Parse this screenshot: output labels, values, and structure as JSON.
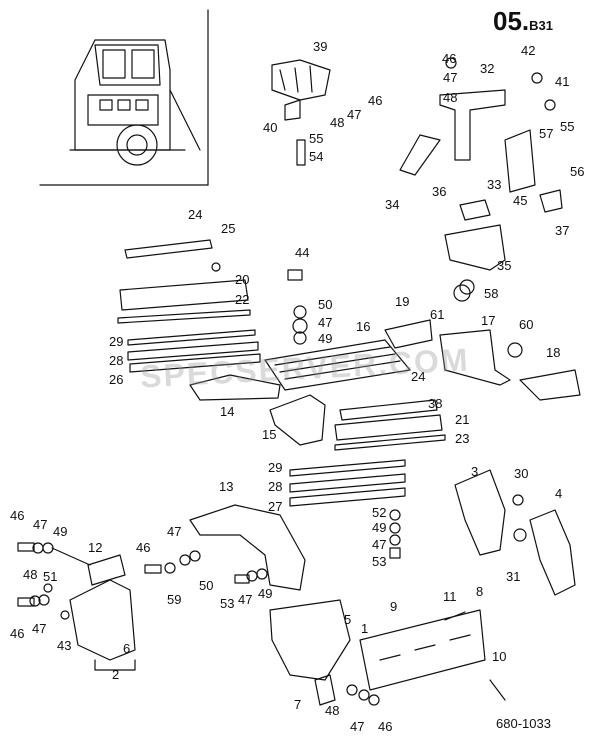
{
  "diagram": {
    "page_code": "05.",
    "page_code_suffix": "B31",
    "figure_number": "680-1033",
    "watermark": "SPECSERVER.COM",
    "callouts": [
      {
        "id": "c39",
        "label": "39"
      },
      {
        "id": "c46a",
        "label": "46"
      },
      {
        "id": "c42",
        "label": "42"
      },
      {
        "id": "c47a",
        "label": "47"
      },
      {
        "id": "c32",
        "label": "32"
      },
      {
        "id": "c41",
        "label": "41"
      },
      {
        "id": "c48a",
        "label": "48"
      },
      {
        "id": "c46b",
        "label": "46"
      },
      {
        "id": "c40",
        "label": "40"
      },
      {
        "id": "c48b",
        "label": "48"
      },
      {
        "id": "c47b",
        "label": "47"
      },
      {
        "id": "c55a",
        "label": "55"
      },
      {
        "id": "c54",
        "label": "54"
      },
      {
        "id": "c57",
        "label": "57"
      },
      {
        "id": "c55b",
        "label": "55"
      },
      {
        "id": "c56",
        "label": "56"
      },
      {
        "id": "c33",
        "label": "33"
      },
      {
        "id": "c34",
        "label": "34"
      },
      {
        "id": "c36",
        "label": "36"
      },
      {
        "id": "c45",
        "label": "45"
      },
      {
        "id": "c37",
        "label": "37"
      },
      {
        "id": "c35",
        "label": "35"
      },
      {
        "id": "c24a",
        "label": "24"
      },
      {
        "id": "c25",
        "label": "25"
      },
      {
        "id": "c44",
        "label": "44"
      },
      {
        "id": "c20",
        "label": "20"
      },
      {
        "id": "c22",
        "label": "22"
      },
      {
        "id": "c58",
        "label": "58"
      },
      {
        "id": "c50a",
        "label": "50"
      },
      {
        "id": "c47c",
        "label": "47"
      },
      {
        "id": "c49a",
        "label": "49"
      },
      {
        "id": "c19",
        "label": "19"
      },
      {
        "id": "c61",
        "label": "61"
      },
      {
        "id": "c17",
        "label": "17"
      },
      {
        "id": "c60",
        "label": "60"
      },
      {
        "id": "c16",
        "label": "16"
      },
      {
        "id": "c29a",
        "label": "29"
      },
      {
        "id": "c28a",
        "label": "28"
      },
      {
        "id": "c26",
        "label": "26"
      },
      {
        "id": "c18",
        "label": "18"
      },
      {
        "id": "c24b",
        "label": "24"
      },
      {
        "id": "c14",
        "label": "14"
      },
      {
        "id": "c38",
        "label": "38"
      },
      {
        "id": "c21",
        "label": "21"
      },
      {
        "id": "c15",
        "label": "15"
      },
      {
        "id": "c23",
        "label": "23"
      },
      {
        "id": "c29b",
        "label": "29"
      },
      {
        "id": "c28b",
        "label": "28"
      },
      {
        "id": "c27",
        "label": "27"
      },
      {
        "id": "c13",
        "label": "13"
      },
      {
        "id": "c3",
        "label": "3"
      },
      {
        "id": "c30",
        "label": "30"
      },
      {
        "id": "c4",
        "label": "4"
      },
      {
        "id": "c52",
        "label": "52"
      },
      {
        "id": "c49b",
        "label": "49"
      },
      {
        "id": "c47d",
        "label": "47"
      },
      {
        "id": "c53a",
        "label": "53"
      },
      {
        "id": "c31",
        "label": "31"
      },
      {
        "id": "c46c",
        "label": "46"
      },
      {
        "id": "c47e",
        "label": "47"
      },
      {
        "id": "c49c",
        "label": "49"
      },
      {
        "id": "c12",
        "label": "12"
      },
      {
        "id": "c46d",
        "label": "46"
      },
      {
        "id": "c47f",
        "label": "47"
      },
      {
        "id": "c48c",
        "label": "48"
      },
      {
        "id": "c51",
        "label": "51"
      },
      {
        "id": "c59",
        "label": "59"
      },
      {
        "id": "c50b",
        "label": "50"
      },
      {
        "id": "c53b",
        "label": "53"
      },
      {
        "id": "c47g",
        "label": "47"
      },
      {
        "id": "c49d",
        "label": "49"
      },
      {
        "id": "c46e",
        "label": "46"
      },
      {
        "id": "c47h",
        "label": "47"
      },
      {
        "id": "c43",
        "label": "43"
      },
      {
        "id": "c6",
        "label": "6"
      },
      {
        "id": "c2",
        "label": "2"
      },
      {
        "id": "c9",
        "label": "9"
      },
      {
        "id": "c8",
        "label": "8"
      },
      {
        "id": "c11",
        "label": "11"
      },
      {
        "id": "c5",
        "label": "5"
      },
      {
        "id": "c1",
        "label": "1"
      },
      {
        "id": "c10",
        "label": "10"
      },
      {
        "id": "c7",
        "label": "7"
      },
      {
        "id": "c48d",
        "label": "48"
      },
      {
        "id": "c47i",
        "label": "47"
      },
      {
        "id": "c46f",
        "label": "46"
      }
    ]
  }
}
